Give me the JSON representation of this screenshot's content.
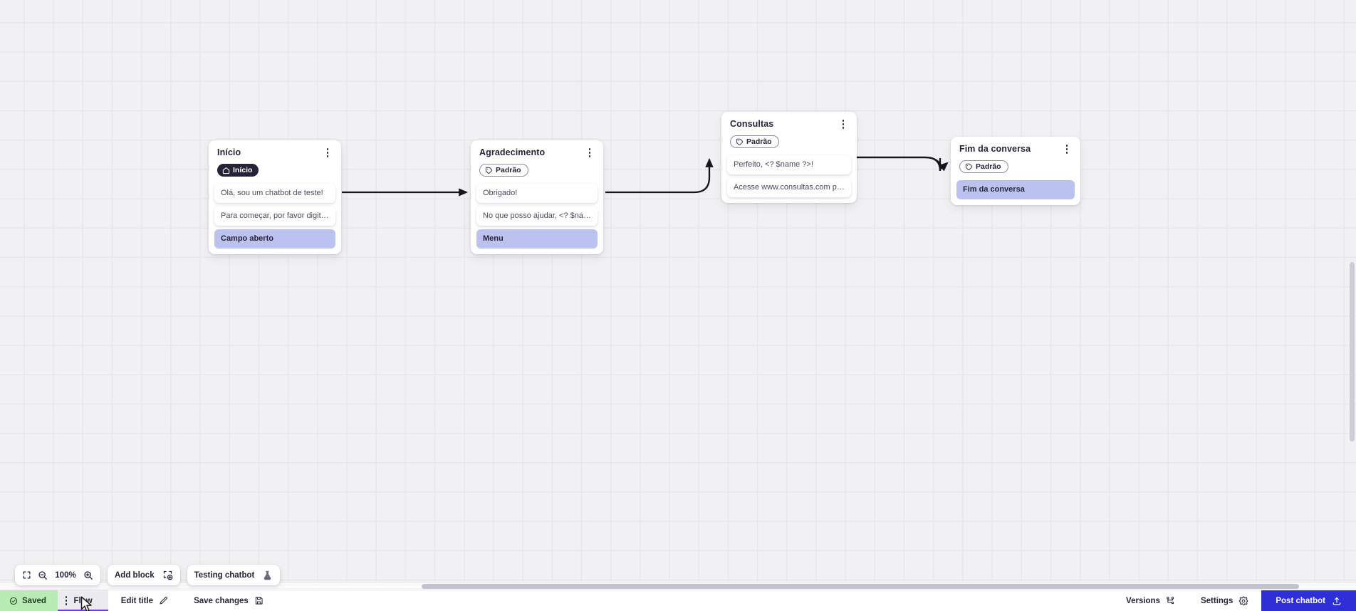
{
  "app": {
    "canvas_bg": "#f1f1f3",
    "grid_line_color": "#e7e7ea",
    "accent": "#2f2fd8",
    "tab_underline": "#6b42d9",
    "highlight_chip": "#bcc2ef",
    "saved_chip_bg": "#b9ecb4",
    "node_title_color": "#262338"
  },
  "nodes": [
    {
      "id": "inicio",
      "title": "Início",
      "badge": {
        "text": "Início",
        "style": "dark",
        "icon": "home-icon"
      },
      "slots": [
        {
          "text": "Olá, sou um chatbot de teste!",
          "highlight": false
        },
        {
          "text": "Para começar, por favor digite o ...",
          "highlight": false
        },
        {
          "text": "Campo aberto",
          "highlight": true
        }
      ]
    },
    {
      "id": "agradecimento",
      "title": "Agradecimento",
      "badge": {
        "text": "Padrão",
        "style": "outline",
        "icon": "tag-icon"
      },
      "slots": [
        {
          "text": "Obrigado!",
          "highlight": false
        },
        {
          "text": "No que posso ajudar, <? $name ...",
          "highlight": false
        },
        {
          "text": "Menu",
          "highlight": true
        }
      ]
    },
    {
      "id": "consultas",
      "title": "Consultas",
      "badge": {
        "text": "Padrão",
        "style": "outline",
        "icon": "tag-icon"
      },
      "slots": [
        {
          "text": "Perfeito, <? $name ?>!",
          "highlight": false
        },
        {
          "text": "Acesse www.consultas.com par...",
          "highlight": false
        }
      ]
    },
    {
      "id": "fim",
      "title": "Fim da conversa",
      "badge": {
        "text": "Padrão",
        "style": "outline",
        "icon": "tag-icon"
      },
      "slots": [
        {
          "text": "Fim da conversa",
          "highlight": true
        }
      ]
    }
  ],
  "toolbar": {
    "fit_icon": "fit-screen-icon",
    "zoom_out_icon": "zoom-out-icon",
    "zoom_level": "100%",
    "zoom_in_icon": "zoom-in-icon",
    "add_block_label": "Add block",
    "add_block_icon": "add-block-icon",
    "testing_chatbot_label": "Testing chatbot",
    "testing_chatbot_icon": "flask-icon"
  },
  "bottom_bar": {
    "saved_label": "Saved",
    "saved_icon": "check-circle-icon",
    "tab_kebab_icon": "kebab-menu-icon",
    "tab_label": "Flow",
    "edit_title_label": "Edit title",
    "edit_title_icon": "pencil-icon",
    "save_changes_label": "Save changes",
    "save_changes_icon": "floppy-disk-icon",
    "versions_label": "Versions",
    "versions_icon": "branch-icon",
    "settings_label": "Settings",
    "settings_icon": "gear-icon",
    "post_chatbot_label": "Post chatbot",
    "post_chatbot_icon": "upload-icon"
  }
}
